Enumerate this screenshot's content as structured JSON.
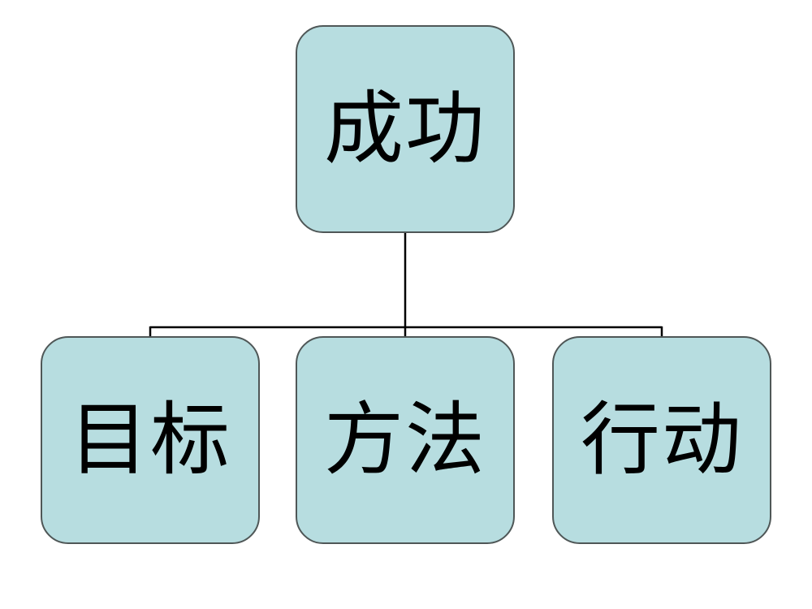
{
  "diagram": {
    "root": {
      "label": "成功"
    },
    "children": [
      {
        "label": "目标"
      },
      {
        "label": "方法"
      },
      {
        "label": "行动"
      }
    ]
  },
  "colors": {
    "node_fill": "#b7dde0",
    "node_border": "#4f5757",
    "connector": "#000000",
    "text": "#000000"
  }
}
